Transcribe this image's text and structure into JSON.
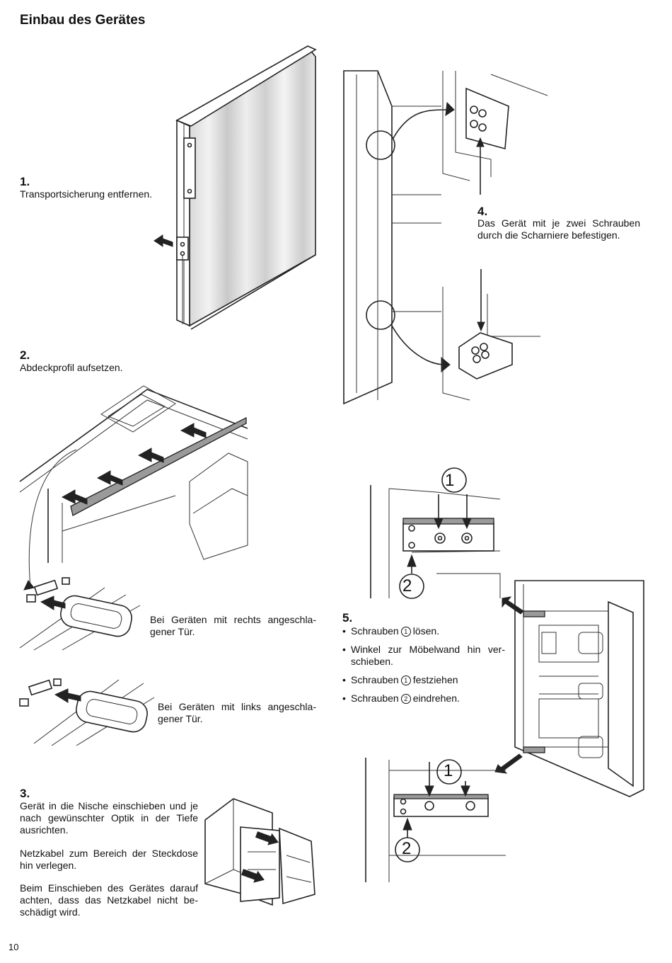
{
  "page": {
    "title": "Einbau des Gerätes",
    "page_number": "10"
  },
  "step1": {
    "number": "1.",
    "text": "Transportsicherung entfernen."
  },
  "step2": {
    "number": "2.",
    "text": "Abdeckprofil aufsetzen.",
    "right_hinged": "Bei Geräten mit rechts angeschla-gener Tür.",
    "left_hinged": "Bei Geräten mit links angeschla-gener Tür."
  },
  "step3": {
    "number": "3.",
    "para1": "Gerät in die Nische einschieben und je nach gewünschter Optik in der Tiefe ausrichten.",
    "para2": "Netzkabel zum Bereich der Steckdose hin verlegen.",
    "para3": "Beim Einschieben des Gerätes darauf achten, dass das Netzkabel nicht be-schädigt wird."
  },
  "step4": {
    "number": "4.",
    "text": "Das Gerät mit je zwei Schrauben durch die Scharniere befestigen."
  },
  "step5": {
    "number": "5.",
    "bullets": [
      {
        "pre": "Schrauben",
        "mark": "1",
        "post": "lösen."
      },
      {
        "pre": "Winkel zur Möbelwand hin ver-schieben.",
        "mark": "",
        "post": ""
      },
      {
        "pre": "Schrauben",
        "mark": "1",
        "post": "festziehen"
      },
      {
        "pre": "Schrauben",
        "mark": "2",
        "post": "eindrehen."
      }
    ]
  },
  "callouts": {
    "one": "1",
    "two": "2"
  },
  "icons": {
    "door": "door-panel-illustration",
    "profile": "cover-profile-illustration",
    "hinge": "hinge-closeup-illustration",
    "bracket": "bracket-illustration",
    "fridge": "fridge-illustration",
    "niche": "niche-illustration"
  }
}
